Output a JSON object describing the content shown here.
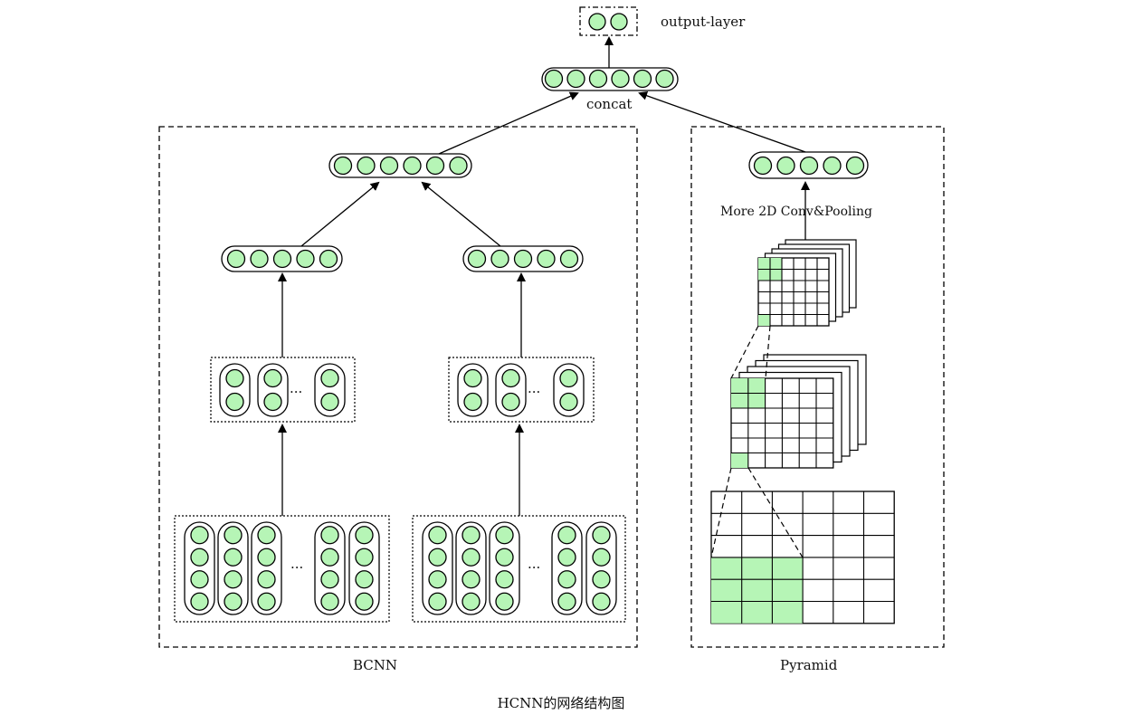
{
  "labels": {
    "output_layer": "output-layer",
    "concat": "concat",
    "more_conv": "More 2D Conv&Pooling",
    "bcnn": "BCNN",
    "pyramid": "Pyramid",
    "caption": "HCNN的网络结构图",
    "ellipsis": "···"
  },
  "colors": {
    "node_fill": "#b6f5b6",
    "stroke": "#000000",
    "grid_highlight": "#b6f5b6"
  }
}
